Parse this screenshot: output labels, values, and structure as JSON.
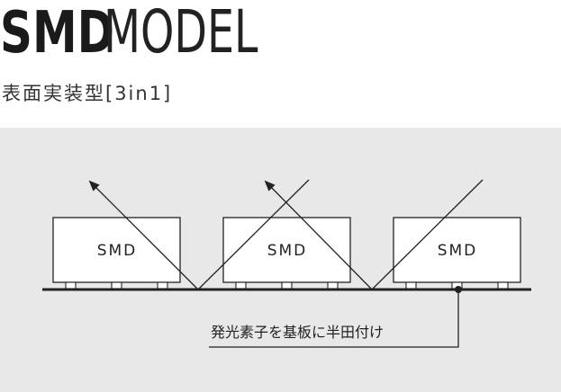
{
  "header": {
    "title_bold": "SMD",
    "title_light": "MODEL",
    "subtitle": "表面実装型[3in1]"
  },
  "diagram": {
    "chips": [
      {
        "label": "SMD"
      },
      {
        "label": "SMD"
      },
      {
        "label": "SMD"
      }
    ],
    "annotation": "発光素子を基板に半田付け"
  },
  "colors": {
    "panel_bg": "#e8e8e8",
    "chip_fill": "#ffffff",
    "stroke": "#222222"
  }
}
